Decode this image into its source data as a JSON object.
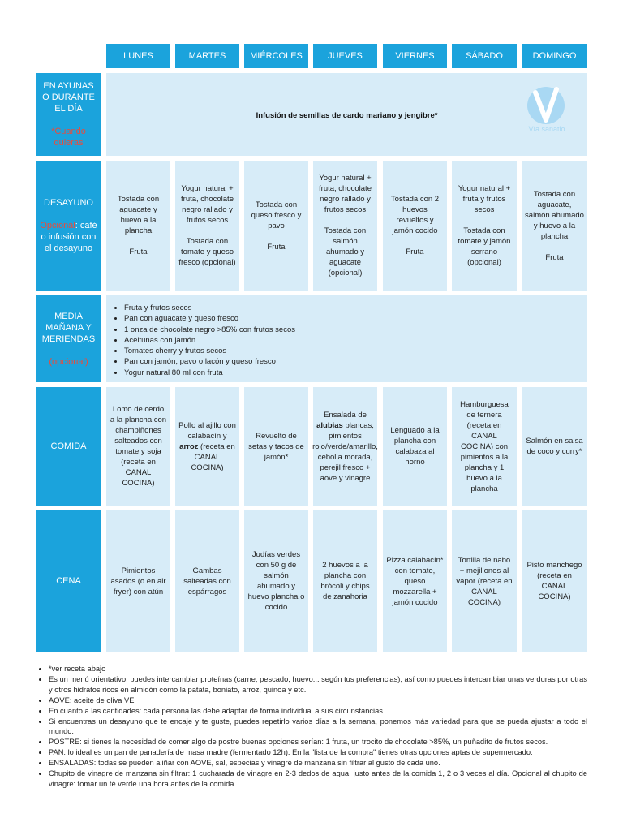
{
  "days": [
    "LUNES",
    "MARTES",
    "MIÉRCOLES",
    "JUEVES",
    "VIERNES",
    "SÁBADO",
    "DOMINGO"
  ],
  "rows": {
    "fasting": {
      "label": "EN AYUNAS O DURANTE EL DÍA",
      "sub": "*Cuando quieras"
    },
    "breakfast": {
      "label": "DESAYUNO",
      "sub_red": "Opcional",
      "sub_rest": ": café o infusión con el desayuno"
    },
    "snacks": {
      "label": "MEDIA MAÑANA Y MERIENDAS",
      "sub": "(opcional)"
    },
    "lunch": {
      "label": "COMIDA"
    },
    "dinner": {
      "label": "CENA"
    }
  },
  "fasting_text": "Infusión de semillas de cardo mariano y jengibre*",
  "logo_text": "Vía sanatio",
  "breakfast": [
    [
      "Tostada con aguacate y huevo a la plancha",
      "Fruta"
    ],
    [
      "Yogur natural + fruta, chocolate negro rallado y frutos secos",
      "Tostada con tomate y queso fresco (opcional)"
    ],
    [
      "Tostada con queso fresco y pavo",
      "Fruta"
    ],
    [
      "Yogur natural + fruta, chocolate negro rallado y frutos secos",
      "Tostada con salmón ahumado y aguacate (opcional)"
    ],
    [
      "Tostada con 2 huevos revueltos y jamón cocido",
      "Fruta"
    ],
    [
      "Yogur natural + fruta y frutos secos",
      "Tostada con tomate y jamón serrano (opcional)"
    ],
    [
      "Tostada con aguacate, salmón ahumado y huevo a la plancha",
      "Fruta"
    ]
  ],
  "snacks": [
    "Fruta y frutos secos",
    "Pan con aguacate y queso fresco",
    "1 onza de chocolate negro >85% con frutos secos",
    "Aceitunas con jamón",
    "Tomates cherry y frutos secos",
    "Pan con jamón, pavo o lacón y queso fresco",
    "Yogur natural 80 ml con fruta"
  ],
  "lunch": {
    "c0": "Lomo de cerdo a la plancha con champiñones salteados con tomate y soja (receta en CANAL COCINA)",
    "c1a": "Pollo al ajillo con calabacín y ",
    "c1b": "arroz",
    "c1c": " (receta en CANAL COCINA)",
    "c2": "Revuelto de setas y  tacos de jamón*",
    "c3a": "Ensalada de ",
    "c3b": "alubias",
    "c3c": " blancas, pimientos rojo/verde/amarillo, cebolla morada, perejil fresco + aove y vinagre",
    "c4": "Lenguado a la plancha con calabaza al horno",
    "c5": "Hamburguesa de ternera (receta en CANAL COCINA) con pimientos a la plancha y 1 huevo a la plancha",
    "c6": "Salmón en salsa de coco y curry*"
  },
  "dinner": [
    "Pimientos asados (o en air fryer) con atún",
    "Gambas salteadas con espárragos",
    "Judías verdes con 50 g de salmón ahumado y huevo plancha o cocido",
    "2 huevos a la plancha con brócoli y chips de zanahoria",
    "Pizza calabacín* con tomate, queso mozzarella + jamón cocido",
    "Tortilla de nabo + mejillones al vapor (receta en CANAL COCINA)",
    "Pisto manchego (receta en CANAL COCINA)"
  ],
  "notes": [
    "*ver receta abajo",
    "Es un menú orientativo, puedes intercambiar proteínas (carne, pescado, huevo... según tus preferencias), así como puedes intercambiar unas verduras por otras y otros hidratos ricos en almidón como la patata, boniato, arroz, quinoa y etc.",
    "AOVE: aceite de oliva VE",
    "En cuanto a las cantidades: cada persona las debe adaptar de forma individual a sus circunstancias.",
    "Si encuentras un desayuno que te encaje y te guste, puedes repetirlo varios días a la semana, ponemos más variedad para que se pueda ajustar a todo el mundo.",
    "POSTRE: si tienes la necesidad de comer algo de postre buenas opciones serían: 1 fruta, un trocito de chocolate >85%, un puñadito de frutos secos.",
    "PAN: lo ideal es un pan de panadería de masa madre (fermentado 12h). En la \"lista de la compra\" tienes otras opciones aptas de supermercado.",
    "ENSALADAS: todas se pueden aliñar con AOVE, sal, especias y vinagre de manzana sin filtrar al gusto de cada uno.",
    "Chupito de vinagre de manzana sin filtrar: 1 cucharada de vinagre en 2-3 dedos de agua, justo antes de la comida 1, 2 o 3 veces al día. Opcional al chupito de vinagre: tomar un té verde una hora antes de la comida."
  ]
}
